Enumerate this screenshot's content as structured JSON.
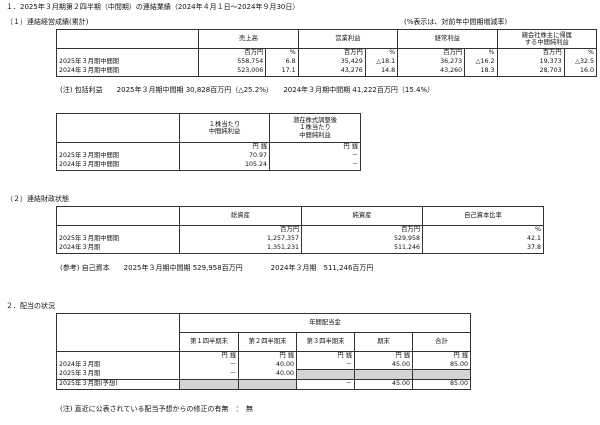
{
  "title": "１．2025年３月期第２四半期（中間期）の連結業績（2024年４月１日～2024年９月30日）",
  "s1": {
    "heading": "（１）連結経営成績(累計)",
    "note": "(%表示は、対前年中間期増減率)",
    "h_sales": "売上高",
    "h_op": "営業利益",
    "h_ord": "経常利益",
    "h_net_1": "親会社株主に帰属",
    "h_net_2": "する中間純利益",
    "u_mil": "百万円",
    "u_pct": "%",
    "rows": [
      {
        "label": "2025年３月期中間期",
        "sales": "558,754",
        "sales_p": "6.8",
        "op": "35,429",
        "op_p": "△18.1",
        "ord": "36,273",
        "ord_p": "△16.2",
        "net": "19,373",
        "net_p": "△32.5"
      },
      {
        "label": "2024年３月期中間期",
        "sales": "523,006",
        "sales_p": "17.1",
        "op": "43,276",
        "op_p": "14.8",
        "ord": "43,260",
        "ord_p": "18.3",
        "net": "28,703",
        "net_p": "16.0"
      }
    ],
    "comp": "(注) 包括利益　　2025年３月期中間期 30,828百万円（△25.2%）　　2024年３月期中間期 41,222百万円（15.4%）"
  },
  "s2": {
    "h_eps_1": "１株当たり",
    "h_eps_2": "中間純利益",
    "h_deps_1": "潜在株式調整後",
    "h_deps_2": "１株当たり",
    "h_deps_3": "中間純利益",
    "u_yen": "円 銭",
    "rows": [
      {
        "label": "2025年３月期中間期",
        "eps": "70.97",
        "deps": "－"
      },
      {
        "label": "2024年３月期中間期",
        "eps": "105.24",
        "deps": "－"
      }
    ]
  },
  "s3": {
    "heading": "（２）連結財政状態",
    "h_assets": "総資産",
    "h_net": "純資産",
    "h_ratio": "自己資本比率",
    "u_mil": "百万円",
    "u_pct": "%",
    "rows": [
      {
        "label": "2025年３月期中間期",
        "assets": "1,257,357",
        "net": "529,958",
        "ratio": "42.1"
      },
      {
        "label": "2024年３月期",
        "assets": "1,351,231",
        "net": "511,246",
        "ratio": "37.8"
      }
    ],
    "ref": "(参考) 自己資本　　2025年３月期中間期 529,958百万円　　　　2024年３月期　511,246百万円"
  },
  "s4": {
    "heading": "２．配当の状況",
    "h_annual": "年間配当金",
    "h_q1": "第１四半期末",
    "h_q2": "第２四半期末",
    "h_q3": "第３四半期末",
    "h_end": "期末",
    "h_total": "合計",
    "u_yen": "円 銭",
    "rows": [
      {
        "label": "2024年３月期",
        "q1": "－",
        "q2": "40.00",
        "q3": "－",
        "end": "45.00",
        "total": "85.00"
      },
      {
        "label": "2025年３月期",
        "q1": "－",
        "q2": "40.00",
        "q3": "",
        "end": "",
        "total": ""
      },
      {
        "label": "2025年３月期(予想)",
        "q1": "",
        "q2": "",
        "q3": "－",
        "end": "45.00",
        "total": "85.00"
      }
    ],
    "note": "(注) 直近に公表されている配当予想からの修正の有無　：　無"
  }
}
